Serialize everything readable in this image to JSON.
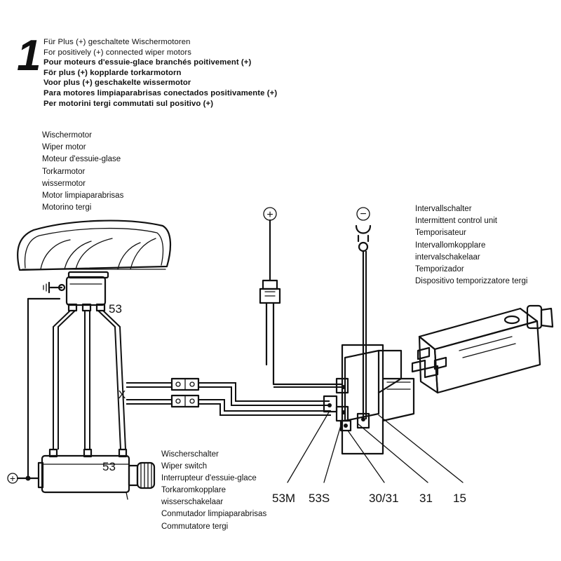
{
  "figure_number": "1",
  "header": {
    "lines": [
      "Für Plus (+) geschaltete Wischermotoren",
      "For positively (+) connected wiper motors",
      "Pour moteurs d'essuie-glace branchés poitivement (+)",
      "För plus (+) kopplarde torkarmotorn",
      "Voor plus (+) geschakelte wissermotor",
      "Para motores limpiaparabrisas conectados positivamente (+)",
      "Per motorini tergi commutati sul positivo (+)"
    ]
  },
  "wiper_motor": {
    "labels": [
      "Wischermotor",
      "Wiper motor",
      "Moteur d'essuie-glase",
      "Torkarmotor",
      "wissermotor",
      "Motor limpiaparabrisas",
      "Motorino tergi"
    ],
    "terminal": "53"
  },
  "wiper_switch": {
    "labels": [
      "Wischerschalter",
      "Wiper switch",
      "Interrupteur d'essuie-glace",
      "Torkaromkopplare",
      "wisserschakelaar",
      "Conmutador limpiaparabrisas",
      "Commutatore tergi"
    ],
    "terminal": "53"
  },
  "interval_switch": {
    "labels": [
      "Intervallschalter",
      "Intermittent control unit",
      "Temporisateur",
      "Intervallomkopplare",
      "intervalschakelaar",
      "Temporizador",
      "Dispositivo temporizzatore tergi"
    ]
  },
  "terminals": [
    "53M",
    "53S",
    "30/31",
    "31",
    "15"
  ],
  "symbols": {
    "plus": "+",
    "minus": "−",
    "cut": "X"
  }
}
